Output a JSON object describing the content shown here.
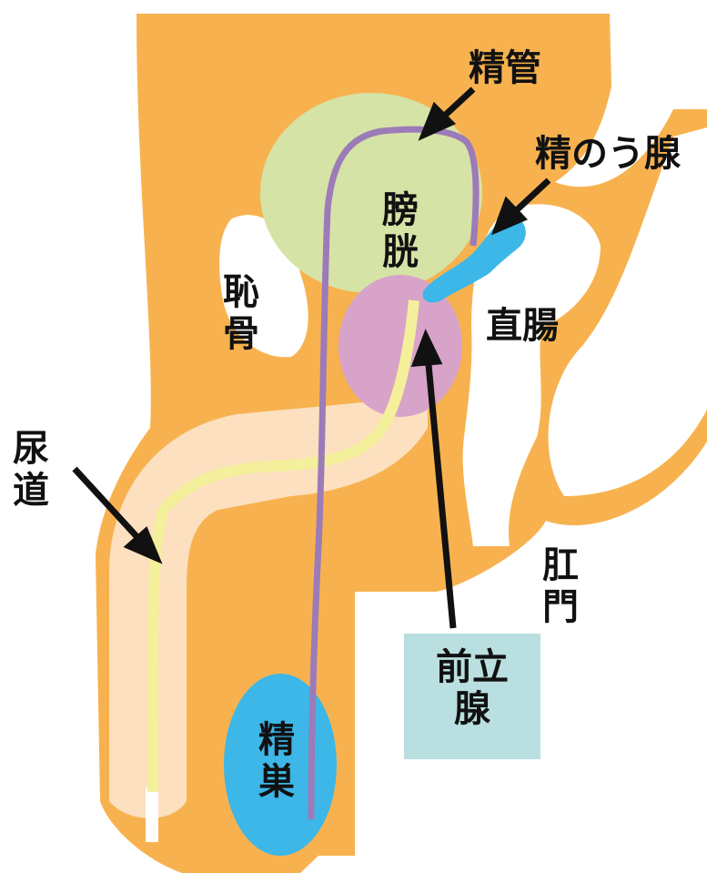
{
  "labels": {
    "vas_deferens": "精管",
    "seminal_vesicle": "精のう腺",
    "bladder": "膀胱",
    "pubic_bone": "恥骨",
    "rectum": "直腸",
    "urethra": "尿道",
    "anus": "肛門",
    "prostate": "前立腺",
    "testis": "精巣"
  },
  "colors": {
    "body": "#f7b24f",
    "bone": "#ffffff",
    "bladder": "#d6e3a6",
    "prostate": "#d8a3c9",
    "seminal_vesicle": "#3cb7e8",
    "testis": "#3cb7e8",
    "urethra": "#f4ef9a",
    "penis_inner": "#fce0bf",
    "vas_deferens": "#9b7bb8",
    "label_box": "#b9dfe0",
    "arrow": "#111111"
  }
}
